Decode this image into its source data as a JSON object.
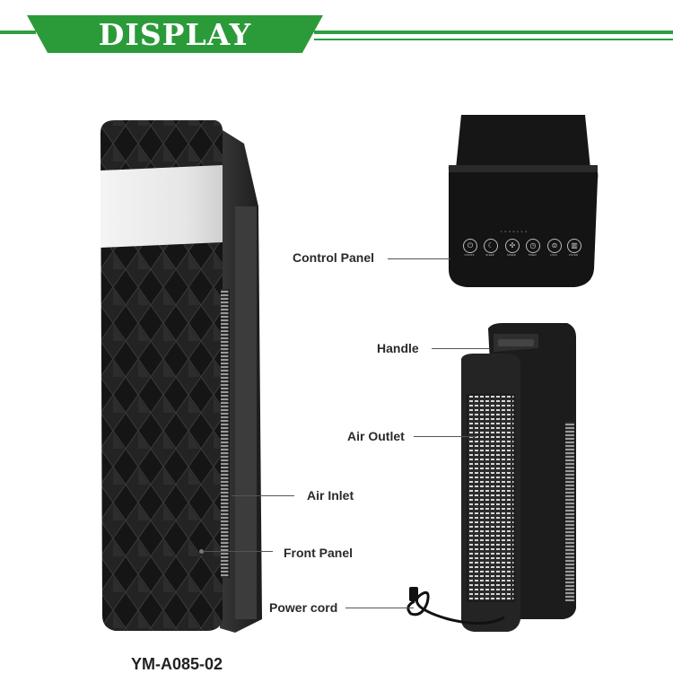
{
  "header": {
    "title": "DISPLAY",
    "accent_color": "#2b9b3a"
  },
  "labels": {
    "control_panel": "Control Panel",
    "handle": "Handle",
    "air_outlet": "Air Outlet",
    "air_inlet": "Air Inlet",
    "front_panel": "Front Panel",
    "power_cord": "Power cord"
  },
  "model": "YM-A085-02",
  "control_buttons": [
    {
      "icon": "power-icon",
      "label": "ON/OFF"
    },
    {
      "icon": "sleep-icon",
      "label": "SLEEP"
    },
    {
      "icon": "speed-icon",
      "label": "SPEED"
    },
    {
      "icon": "timer-icon",
      "label": "TIMER"
    },
    {
      "icon": "lock-icon",
      "label": "LOCK"
    },
    {
      "icon": "filter-icon",
      "label": "FILTER"
    }
  ],
  "speed_indicators": [
    "1",
    "2",
    "3",
    "A"
  ],
  "timer_indicators": [
    "1",
    "2",
    "4"
  ]
}
